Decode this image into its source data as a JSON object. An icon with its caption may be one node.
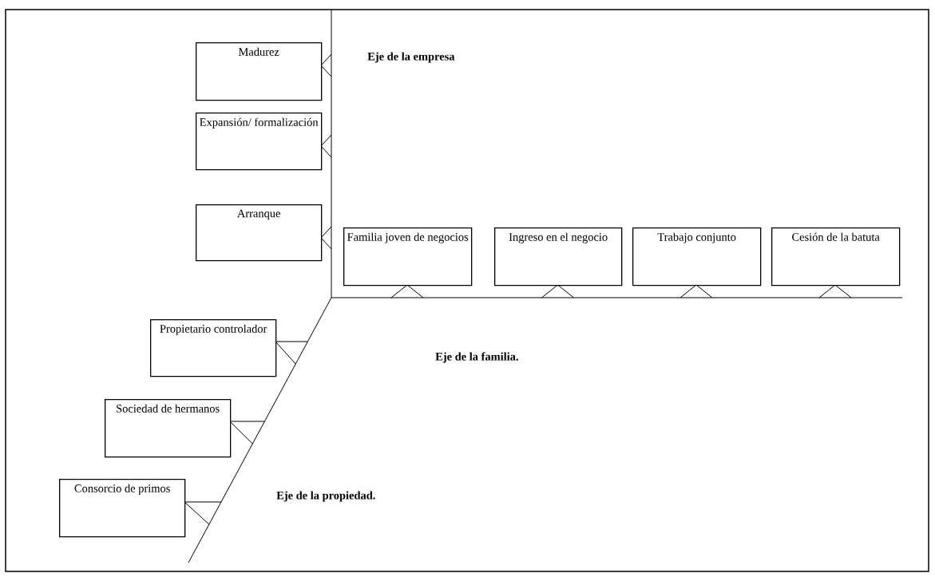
{
  "diagram": {
    "nodes": [
      {
        "text": [
          "Madurez"
        ]
      },
      {
        "text": [
          "Expansión/ formalización"
        ]
      },
      {
        "text": [
          "Arranque"
        ]
      },
      {
        "text": [
          "Familia joven de negocios"
        ]
      },
      {
        "text": [
          "Ingreso en el negocio"
        ]
      },
      {
        "text": [
          "Trabajo conjunto"
        ]
      },
      {
        "text": [
          "Cesión de la batuta"
        ]
      },
      {
        "text": [
          "Propietario controlador"
        ]
      },
      {
        "text": [
          "Sociedad de hermanos"
        ]
      },
      {
        "text": [
          "Consorcio de primos"
        ]
      }
    ],
    "labels": [
      "Eje de la empresa",
      "Eje de la familia.",
      "Eje de la propiedad."
    ]
  }
}
